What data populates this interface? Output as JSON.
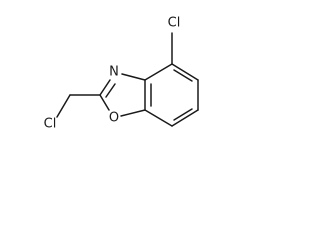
{
  "molecule": {
    "atoms": {
      "cl_top": "Cl",
      "n": "N",
      "o": "O",
      "cl_left": "Cl"
    }
  }
}
